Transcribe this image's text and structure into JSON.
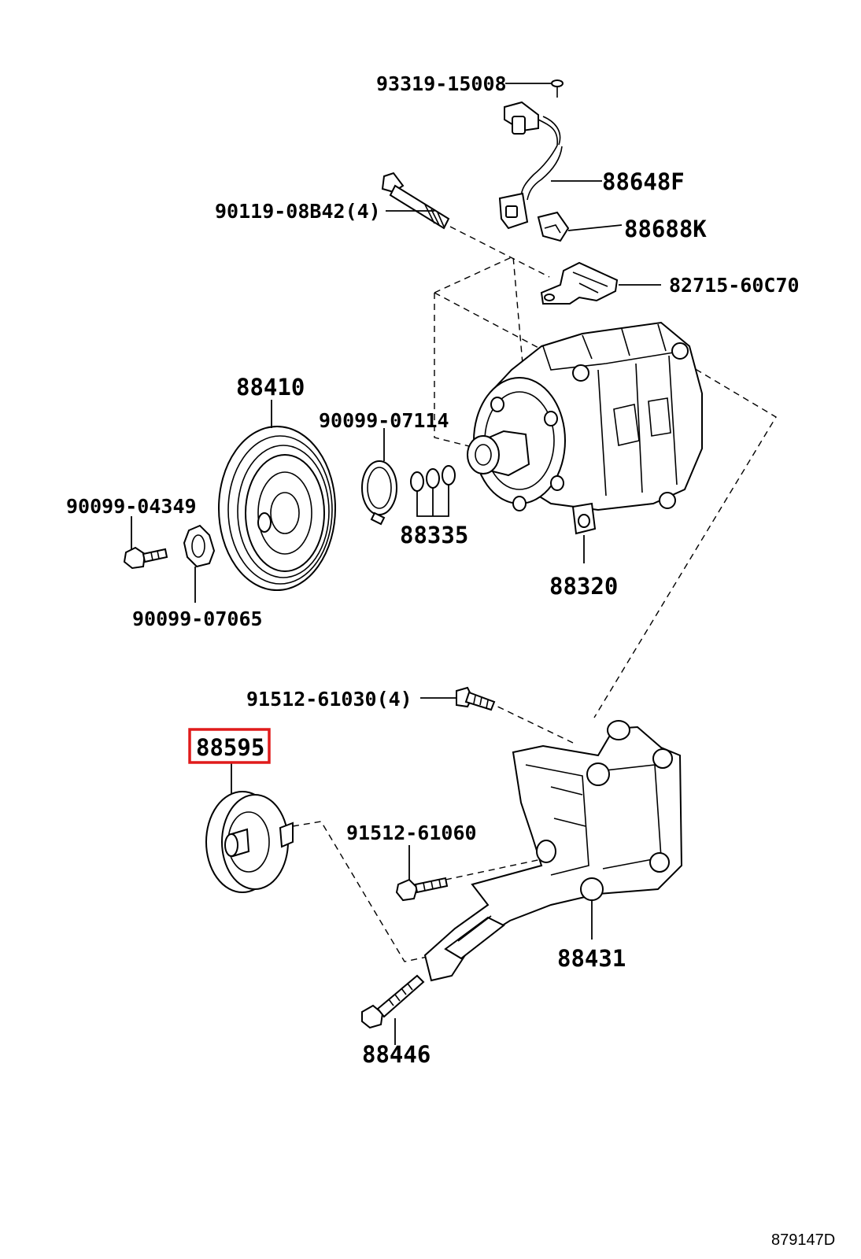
{
  "diagram": {
    "highlight_color": "#e01b1b",
    "highlighted_part": "88595",
    "reference_code": "879147D",
    "parts": [
      {
        "id": "sensor-screw",
        "label": "93319-15008"
      },
      {
        "id": "wire-harness",
        "label": "88648F"
      },
      {
        "id": "compressor-bolt",
        "label": "90119-08B42(4)"
      },
      {
        "id": "clamp",
        "label": "88688K"
      },
      {
        "id": "bracket",
        "label": "82715-60C70"
      },
      {
        "id": "clutch-pulley",
        "label": "88410"
      },
      {
        "id": "snap-ring",
        "label": "90099-07114"
      },
      {
        "id": "clutch-bolt",
        "label": "90099-04349"
      },
      {
        "id": "shims",
        "label": "88335"
      },
      {
        "id": "compressor",
        "label": "88320"
      },
      {
        "id": "clutch-washer",
        "label": "90099-07065"
      },
      {
        "id": "bracket-bolt",
        "label": "91512-61030(4)"
      },
      {
        "id": "idler-pulley",
        "label": "88595"
      },
      {
        "id": "idler-bolt",
        "label": "91512-61060"
      },
      {
        "id": "mount-bracket",
        "label": "88431"
      },
      {
        "id": "adjust-bolt",
        "label": "88446"
      }
    ]
  }
}
